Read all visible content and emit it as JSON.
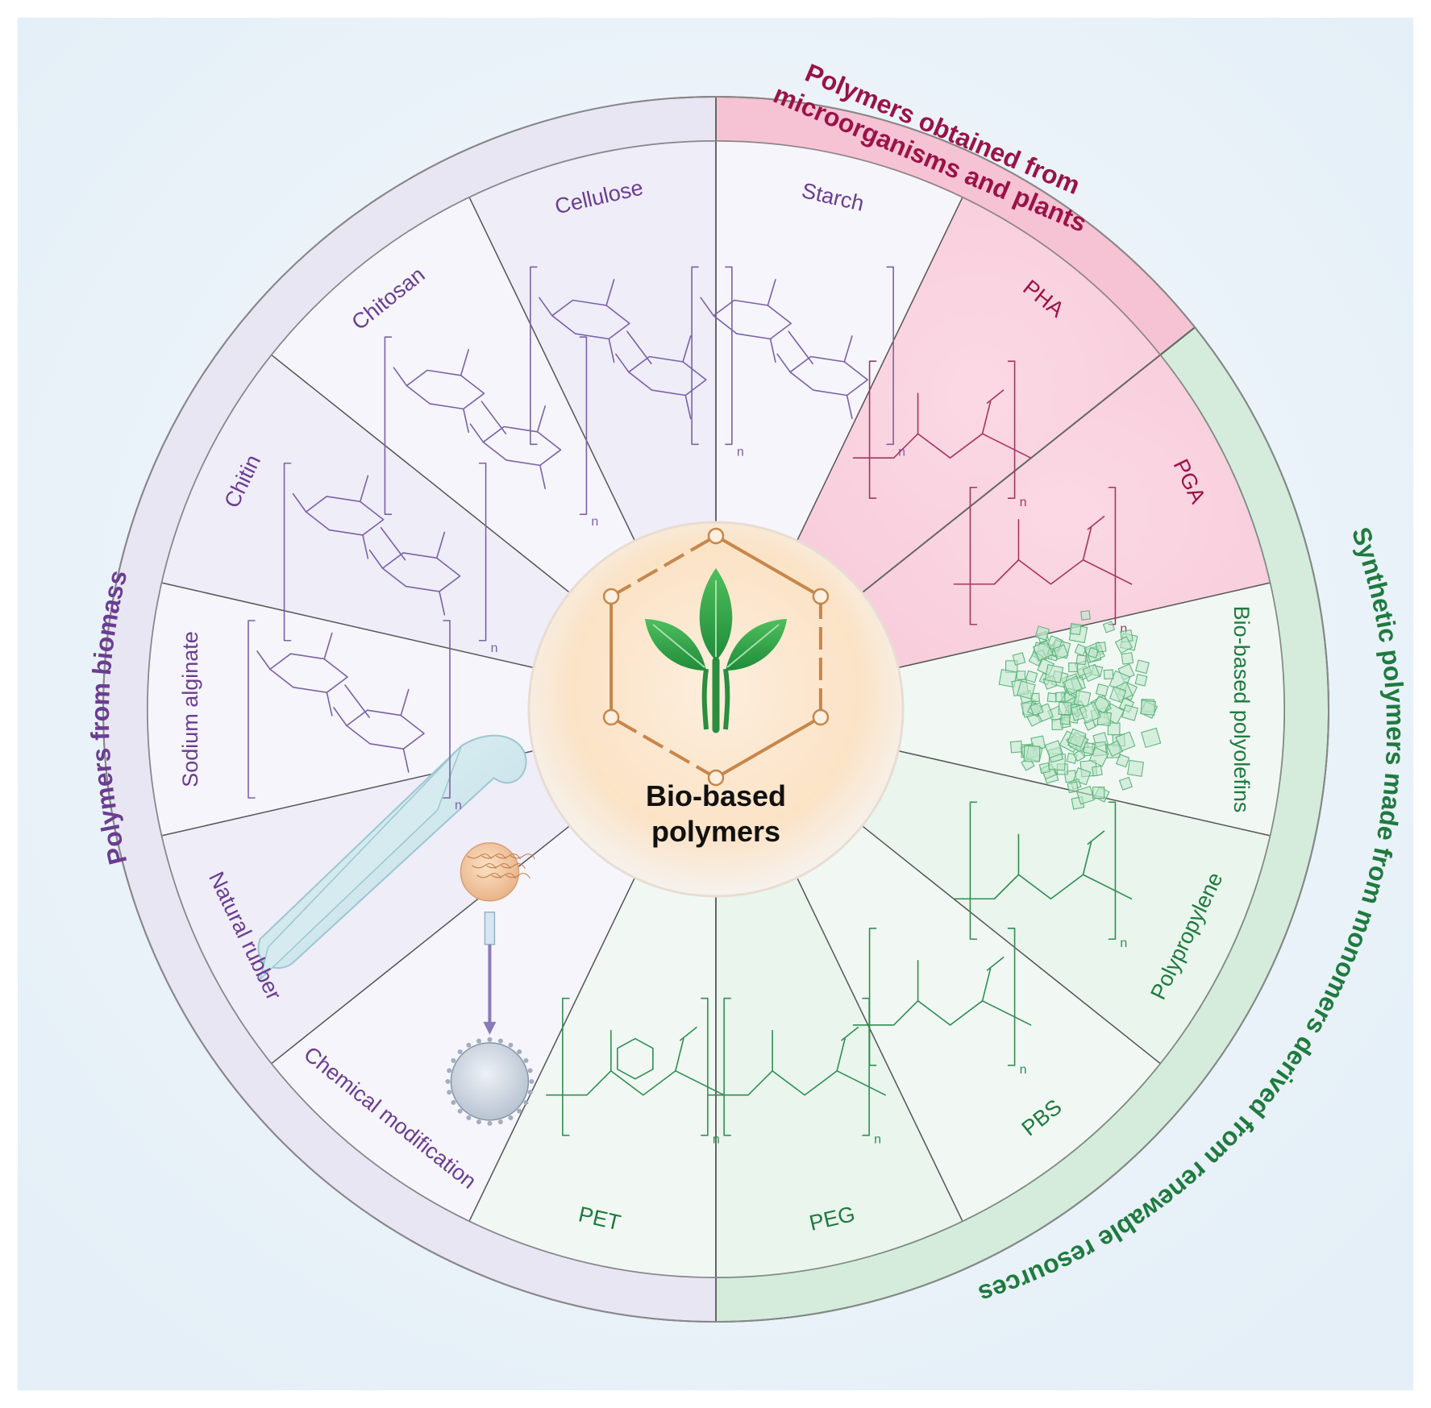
{
  "center": {
    "title_line1": "Bio-based",
    "title_line2": "polymers",
    "icon": "leaf-hexagon-icon"
  },
  "colors": {
    "biomass": "#6a3d91",
    "microorganisms": "#9b1346",
    "synthetic": "#1f7a3e",
    "divider": "#555555",
    "center_orange": "#c8864a"
  },
  "groups": {
    "biomass": {
      "title": "Polymers from biomass"
    },
    "microorganisms": {
      "title_line1": "Polymers obtained from",
      "title_line2": "microorganisms and plants"
    },
    "synthetic": {
      "title": "Synthetic polymers made from monomers derived from renewable resources"
    }
  },
  "segments": [
    {
      "label": "Starch",
      "group": "biomass",
      "icon": "starch-structure-icon"
    },
    {
      "label": "PHA",
      "group": "microorganisms",
      "icon": "pha-structure-icon"
    },
    {
      "label": "PGA",
      "group": "microorganisms",
      "icon": "pga-structure-icon"
    },
    {
      "label": "Bio-based polyolefins",
      "group": "synthetic",
      "icon": "cube-cluster-icon"
    },
    {
      "label": "Polypropylene",
      "group": "synthetic",
      "icon": "polypropylene-structure-icon"
    },
    {
      "label": "PBS",
      "group": "synthetic",
      "icon": "pbs-structure-icon"
    },
    {
      "label": "PEG",
      "group": "synthetic",
      "icon": "peg-structure-icon"
    },
    {
      "label": "PET",
      "group": "synthetic",
      "icon": "pet-structure-icon"
    },
    {
      "label": "Chemical modification",
      "group": "biomass",
      "icon": "nanoparticle-icon"
    },
    {
      "label": "Natural rubber",
      "group": "biomass",
      "icon": "rubber-sheet-icon"
    },
    {
      "label": "Sodium alginate",
      "group": "biomass",
      "icon": "alginate-structure-icon"
    },
    {
      "label": "Chitin",
      "group": "biomass",
      "icon": "chitin-structure-icon"
    },
    {
      "label": "Chitosan",
      "group": "biomass",
      "icon": "chitosan-structure-icon"
    },
    {
      "label": "Cellulose",
      "group": "biomass",
      "icon": "cellulose-structure-icon"
    }
  ]
}
